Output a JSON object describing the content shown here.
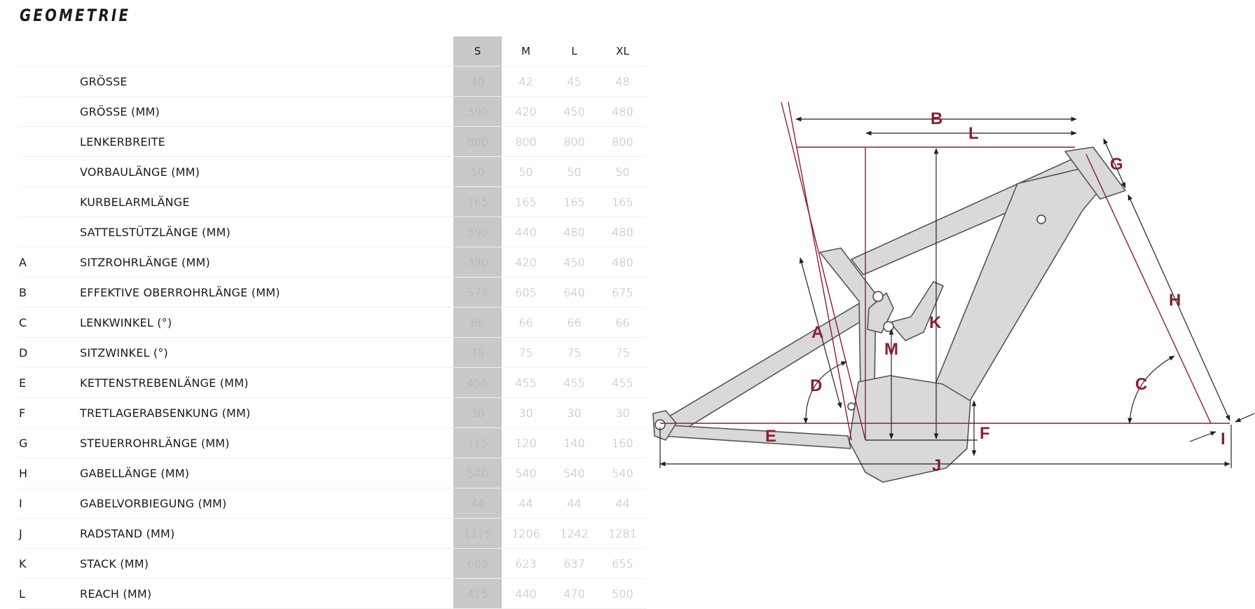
{
  "title": "GEOMETRIE",
  "sizes": [
    "S",
    "M",
    "L",
    "XL"
  ],
  "rows": [
    {
      "letter": "",
      "label": "GRÖSSE",
      "values": [
        "40",
        "42",
        "45",
        "48"
      ]
    },
    {
      "letter": "",
      "label": "GRÖSSE (MM)",
      "values": [
        "390",
        "420",
        "450",
        "480"
      ]
    },
    {
      "letter": "",
      "label": "LENKERBREITE",
      "values": [
        "800",
        "800",
        "800",
        "800"
      ]
    },
    {
      "letter": "",
      "label": "VORBAULÄNGE (MM)",
      "values": [
        "50",
        "50",
        "50",
        "50"
      ]
    },
    {
      "letter": "",
      "label": "KURBELARMLÄNGE",
      "values": [
        "165",
        "165",
        "165",
        "165"
      ]
    },
    {
      "letter": "",
      "label": "SATTELSTÜTZLÄNGE (MM)",
      "values": [
        "390",
        "440",
        "480",
        "480"
      ]
    },
    {
      "letter": "A",
      "label": "SITZROHRLÄNGE (MM)",
      "values": [
        "390",
        "420",
        "450",
        "480"
      ]
    },
    {
      "letter": "B",
      "label": "EFFEKTIVE OBERROHRLÄNGE (MM)",
      "values": [
        "579",
        "605",
        "640",
        "675"
      ]
    },
    {
      "letter": "C",
      "label": "LENKWINKEL (°)",
      "values": [
        "66",
        "66",
        "66",
        "66"
      ]
    },
    {
      "letter": "D",
      "label": "SITZWINKEL (°)",
      "values": [
        "75",
        "75",
        "75",
        "75"
      ]
    },
    {
      "letter": "E",
      "label": "KETTENSTREBENLÄNGE (MM)",
      "values": [
        "455",
        "455",
        "455",
        "455"
      ]
    },
    {
      "letter": "F",
      "label": "TRETLAGERABSENKUNG (MM)",
      "values": [
        "30",
        "30",
        "30",
        "30"
      ]
    },
    {
      "letter": "G",
      "label": "STEUERROHRLÄNGE (MM)",
      "values": [
        "115",
        "120",
        "140",
        "160"
      ]
    },
    {
      "letter": "H",
      "label": "GABELLÄNGE (MM)",
      "values": [
        "540",
        "540",
        "540",
        "540"
      ]
    },
    {
      "letter": "I",
      "label": "GABELVORBIEGUNG (MM)",
      "values": [
        "44",
        "44",
        "44",
        "44"
      ]
    },
    {
      "letter": "J",
      "label": "RADSTAND (MM)",
      "values": [
        "1175",
        "1206",
        "1242",
        "1281"
      ]
    },
    {
      "letter": "K",
      "label": "STACK (MM)",
      "values": [
        "609",
        "623",
        "637",
        "655"
      ]
    },
    {
      "letter": "L",
      "label": "REACH (MM)",
      "values": [
        "415",
        "440",
        "470",
        "500"
      ]
    }
  ],
  "diagram": {
    "labels": {
      "A": "A",
      "B": "B",
      "C": "C",
      "D": "D",
      "E": "E",
      "F": "F",
      "G": "G",
      "H": "H",
      "I": "I",
      "J": "J",
      "K": "K",
      "L": "L",
      "M": "M"
    },
    "colors": {
      "accent": "#8b1f34",
      "frame_fill": "#d9d9d9",
      "frame_stroke": "#555555",
      "dim_line": "#222222"
    }
  }
}
